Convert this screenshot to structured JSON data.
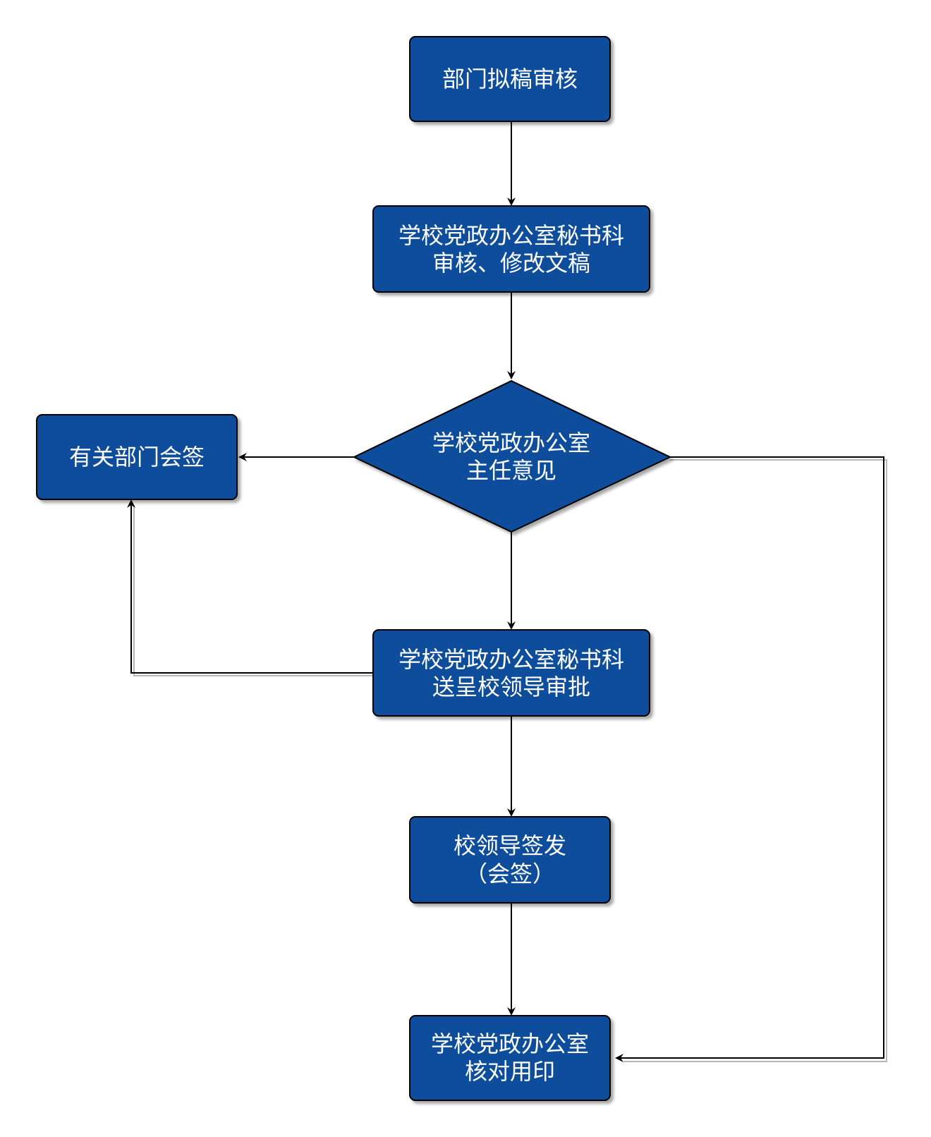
{
  "colors": {
    "node_fill": "#0a4d9b",
    "node_text": "#ffffff",
    "edge": "#000000"
  },
  "nodes": {
    "draft_review": {
      "line1": "部门拟稿审核"
    },
    "secretary_review": {
      "line1": "学校党政办公室秘书科",
      "line2": "审核、修改文稿"
    },
    "director_decision": {
      "line1": "学校党政办公室",
      "line2": "主任意见"
    },
    "dept_countersign": {
      "line1": "有关部门会签"
    },
    "submit_leaders": {
      "line1": "学校党政办公室秘书科",
      "line2": "送呈校领导审批"
    },
    "leader_sign": {
      "line1": "校领导签发",
      "line2": "（会签）"
    },
    "verify_seal": {
      "line1": "学校党政办公室",
      "line2": "核对用印"
    }
  }
}
